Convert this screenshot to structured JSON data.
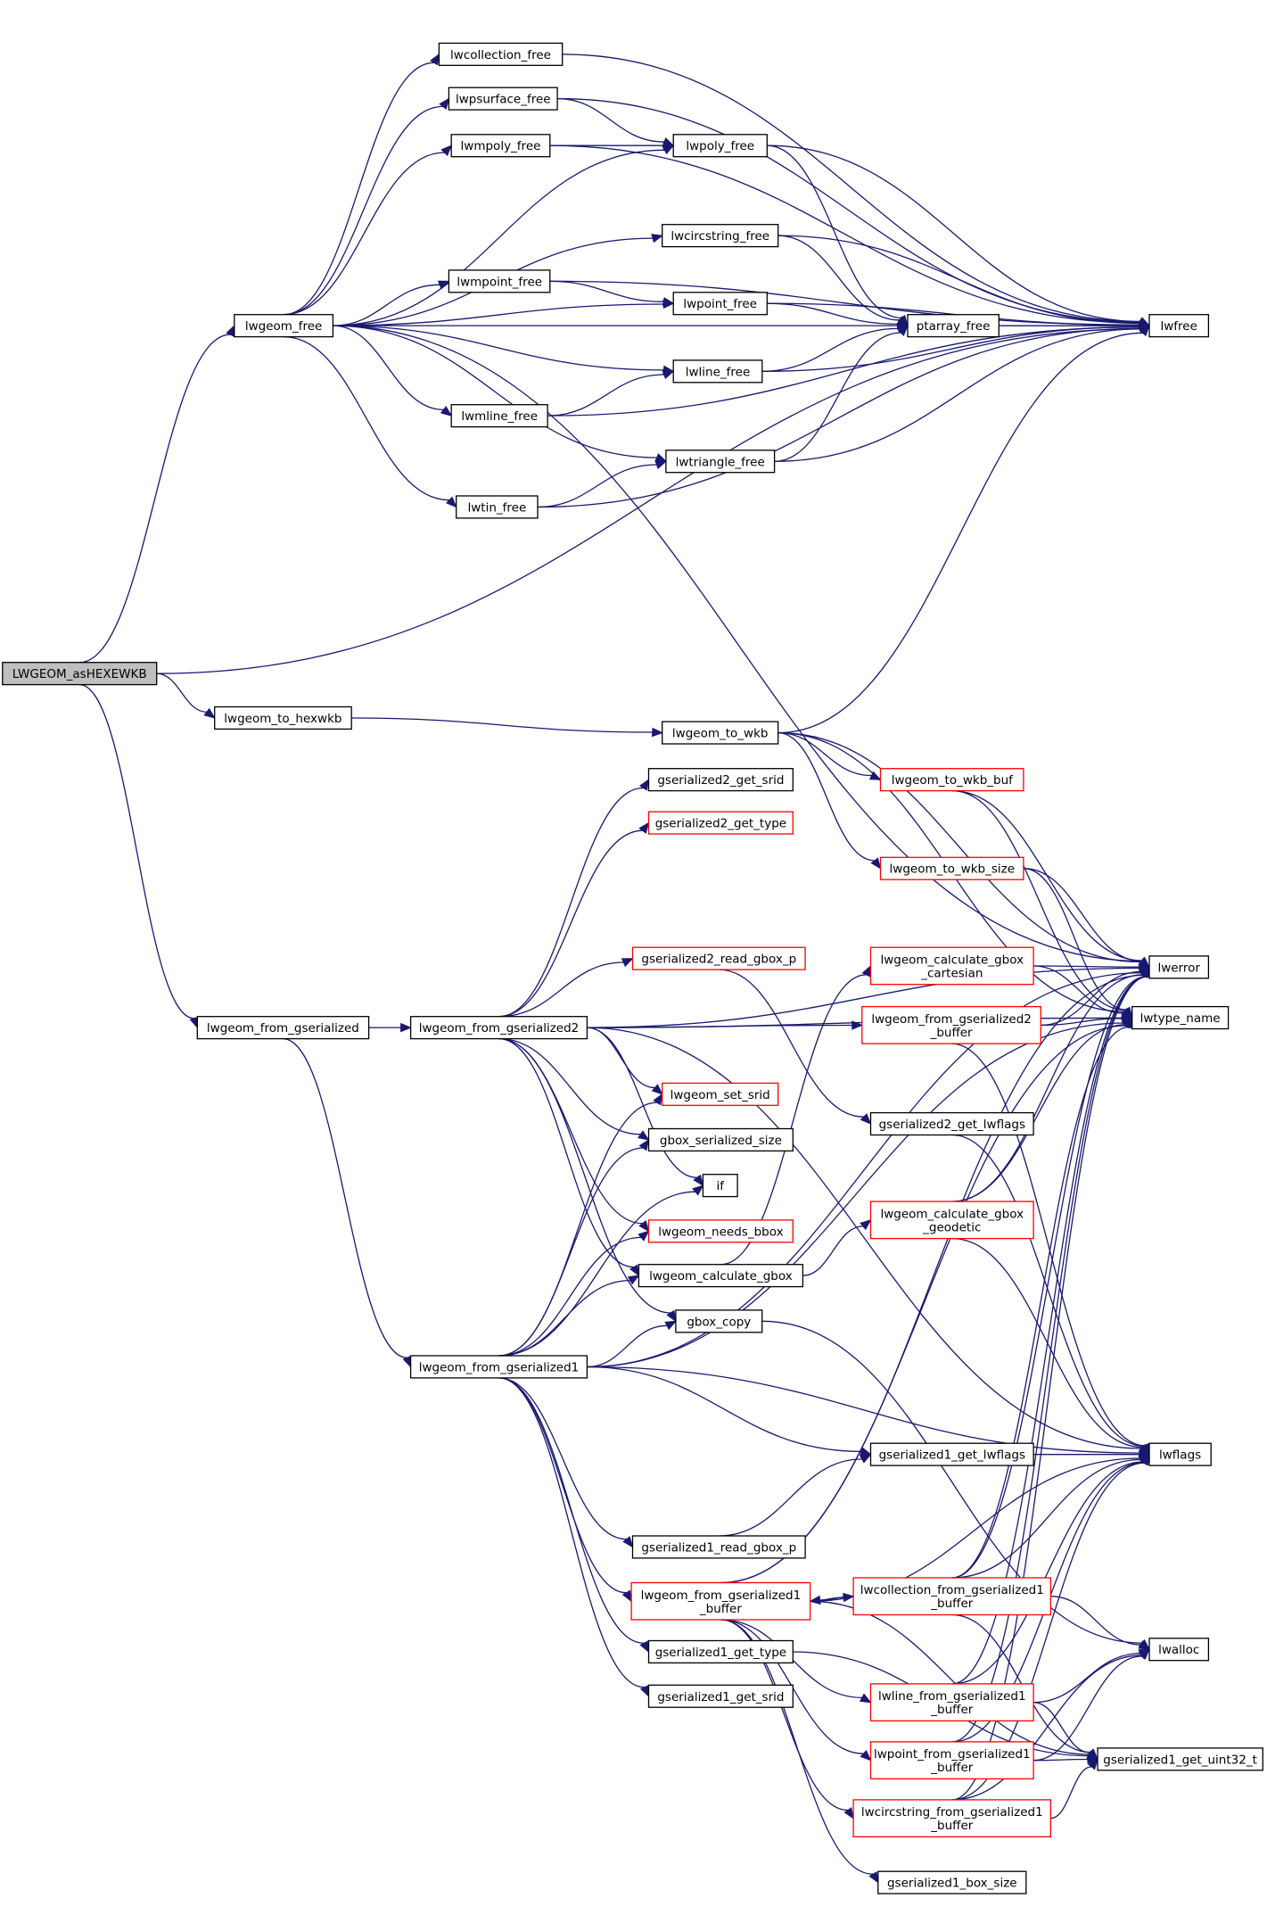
{
  "diagram": {
    "type": "call-graph",
    "nodes": [
      {
        "id": "root",
        "label": "LWGEOM_asHEXEWKB",
        "style": "root"
      },
      {
        "id": "lwgeom_free",
        "label": "lwgeom_free",
        "style": "normal"
      },
      {
        "id": "lwcollection_free",
        "label": "lwcollection_free",
        "style": "normal"
      },
      {
        "id": "lwpsurface_free",
        "label": "lwpsurface_free",
        "style": "normal"
      },
      {
        "id": "lwmpoly_free",
        "label": "lwmpoly_free",
        "style": "normal"
      },
      {
        "id": "lwpoly_free",
        "label": "lwpoly_free",
        "style": "normal"
      },
      {
        "id": "lwcircstring_free",
        "label": "lwcircstring_free",
        "style": "normal"
      },
      {
        "id": "lwmpoint_free",
        "label": "lwmpoint_free",
        "style": "normal"
      },
      {
        "id": "lwpoint_free",
        "label": "lwpoint_free",
        "style": "normal"
      },
      {
        "id": "ptarray_free",
        "label": "ptarray_free",
        "style": "normal"
      },
      {
        "id": "lwfree",
        "label": "lwfree",
        "style": "normal"
      },
      {
        "id": "lwline_free",
        "label": "lwline_free",
        "style": "normal"
      },
      {
        "id": "lwmline_free",
        "label": "lwmline_free",
        "style": "normal"
      },
      {
        "id": "lwtriangle_free",
        "label": "lwtriangle_free",
        "style": "normal"
      },
      {
        "id": "lwtin_free",
        "label": "lwtin_free",
        "style": "normal"
      },
      {
        "id": "lwgeom_to_hexwkb",
        "label": "lwgeom_to_hexwkb",
        "style": "normal"
      },
      {
        "id": "lwgeom_to_wkb",
        "label": "lwgeom_to_wkb",
        "style": "normal"
      },
      {
        "id": "gserialized2_get_srid",
        "label": "gserialized2_get_srid",
        "style": "normal"
      },
      {
        "id": "gserialized2_get_type",
        "label": "gserialized2_get_type",
        "style": "red"
      },
      {
        "id": "lwgeom_to_wkb_buf",
        "label": "lwgeom_to_wkb_buf",
        "style": "red"
      },
      {
        "id": "lwgeom_to_wkb_size",
        "label": "lwgeom_to_wkb_size",
        "style": "red"
      },
      {
        "id": "gserialized2_read_gbox_p",
        "label": "gserialized2_read_gbox_p",
        "style": "red"
      },
      {
        "id": "lwgeom_calculate_gbox_cartesian",
        "label": [
          "lwgeom_calculate_gbox",
          "_cartesian"
        ],
        "style": "red"
      },
      {
        "id": "lwerror",
        "label": "lwerror",
        "style": "normal"
      },
      {
        "id": "lwgeom_from_gserialized",
        "label": "lwgeom_from_gserialized",
        "style": "normal"
      },
      {
        "id": "lwgeom_from_gserialized2",
        "label": "lwgeom_from_gserialized2",
        "style": "normal"
      },
      {
        "id": "lwgeom_from_gserialized2_buffer",
        "label": [
          "lwgeom_from_gserialized2",
          "_buffer"
        ],
        "style": "red"
      },
      {
        "id": "lwtype_name",
        "label": "lwtype_name",
        "style": "normal"
      },
      {
        "id": "lwgeom_set_srid",
        "label": "lwgeom_set_srid",
        "style": "red"
      },
      {
        "id": "gserialized2_get_lwflags",
        "label": "gserialized2_get_lwflags",
        "style": "normal"
      },
      {
        "id": "gbox_serialized_size",
        "label": "gbox_serialized_size",
        "style": "normal"
      },
      {
        "id": "if",
        "label": "if",
        "style": "normal"
      },
      {
        "id": "lwgeom_calculate_gbox_geodetic",
        "label": [
          "lwgeom_calculate_gbox",
          "_geodetic"
        ],
        "style": "red"
      },
      {
        "id": "lwgeom_needs_bbox",
        "label": "lwgeom_needs_bbox",
        "style": "red"
      },
      {
        "id": "lwgeom_calculate_gbox",
        "label": "lwgeom_calculate_gbox",
        "style": "normal"
      },
      {
        "id": "gbox_copy",
        "label": "gbox_copy",
        "style": "normal"
      },
      {
        "id": "lwgeom_from_gserialized1",
        "label": "lwgeom_from_gserialized1",
        "style": "normal"
      },
      {
        "id": "gserialized1_get_lwflags",
        "label": "gserialized1_get_lwflags",
        "style": "normal"
      },
      {
        "id": "lwflags",
        "label": "lwflags",
        "style": "normal"
      },
      {
        "id": "gserialized1_read_gbox_p",
        "label": "gserialized1_read_gbox_p",
        "style": "normal"
      },
      {
        "id": "lwgeom_from_gserialized1_buffer",
        "label": [
          "lwgeom_from_gserialized1",
          "_buffer"
        ],
        "style": "red"
      },
      {
        "id": "lwcollection_from_gserialized1_buffer",
        "label": [
          "lwcollection_from_gserialized1",
          "_buffer"
        ],
        "style": "red"
      },
      {
        "id": "gserialized1_get_type",
        "label": "gserialized1_get_type",
        "style": "normal"
      },
      {
        "id": "lwalloc",
        "label": "lwalloc",
        "style": "normal"
      },
      {
        "id": "gserialized1_get_srid",
        "label": "gserialized1_get_srid",
        "style": "normal"
      },
      {
        "id": "lwline_from_gserialized1_buffer",
        "label": [
          "lwline_from_gserialized1",
          "_buffer"
        ],
        "style": "red"
      },
      {
        "id": "lwpoint_from_gserialized1_buffer",
        "label": [
          "lwpoint_from_gserialized1",
          "_buffer"
        ],
        "style": "red"
      },
      {
        "id": "gserialized1_get_uint32_t",
        "label": "gserialized1_get_uint32_t",
        "style": "normal"
      },
      {
        "id": "lwcircstring_from_gserialized1_buffer",
        "label": [
          "lwcircstring_from_gserialized1",
          "_buffer"
        ],
        "style": "red"
      },
      {
        "id": "gserialized1_box_size",
        "label": "gserialized1_box_size",
        "style": "normal"
      }
    ],
    "edges": [
      [
        "root",
        "lwgeom_free"
      ],
      [
        "root",
        "lwfree"
      ],
      [
        "root",
        "lwgeom_to_hexwkb"
      ],
      [
        "root",
        "lwgeom_from_gserialized"
      ],
      [
        "lwgeom_free",
        "lwcollection_free"
      ],
      [
        "lwgeom_free",
        "lwpsurface_free"
      ],
      [
        "lwgeom_free",
        "lwmpoly_free"
      ],
      [
        "lwgeom_free",
        "lwpoly_free"
      ],
      [
        "lwgeom_free",
        "lwcircstring_free"
      ],
      [
        "lwgeom_free",
        "lwmpoint_free"
      ],
      [
        "lwgeom_free",
        "lwpoint_free"
      ],
      [
        "lwgeom_free",
        "lwline_free"
      ],
      [
        "lwgeom_free",
        "lwmline_free"
      ],
      [
        "lwgeom_free",
        "lwtriangle_free"
      ],
      [
        "lwgeom_free",
        "lwtin_free"
      ],
      [
        "lwgeom_free",
        "lwfree"
      ],
      [
        "lwgeom_free",
        "lwerror"
      ],
      [
        "lwcollection_free",
        "lwfree"
      ],
      [
        "lwpsurface_free",
        "lwpoly_free"
      ],
      [
        "lwpsurface_free",
        "lwfree"
      ],
      [
        "lwmpoly_free",
        "lwpoly_free"
      ],
      [
        "lwmpoly_free",
        "lwfree"
      ],
      [
        "lwpoly_free",
        "ptarray_free"
      ],
      [
        "lwpoly_free",
        "lwfree"
      ],
      [
        "lwcircstring_free",
        "ptarray_free"
      ],
      [
        "lwcircstring_free",
        "lwfree"
      ],
      [
        "lwmpoint_free",
        "lwpoint_free"
      ],
      [
        "lwmpoint_free",
        "lwfree"
      ],
      [
        "lwpoint_free",
        "ptarray_free"
      ],
      [
        "lwpoint_free",
        "lwfree"
      ],
      [
        "ptarray_free",
        "lwfree"
      ],
      [
        "lwline_free",
        "ptarray_free"
      ],
      [
        "lwline_free",
        "lwfree"
      ],
      [
        "lwmline_free",
        "lwline_free"
      ],
      [
        "lwmline_free",
        "lwfree"
      ],
      [
        "lwtriangle_free",
        "ptarray_free"
      ],
      [
        "lwtriangle_free",
        "lwfree"
      ],
      [
        "lwtin_free",
        "lwtriangle_free"
      ],
      [
        "lwtin_free",
        "lwfree"
      ],
      [
        "lwgeom_to_hexwkb",
        "lwgeom_to_wkb"
      ],
      [
        "lwgeom_to_wkb",
        "lwfree"
      ],
      [
        "lwgeom_to_wkb",
        "lwgeom_to_wkb_buf"
      ],
      [
        "lwgeom_to_wkb",
        "lwgeom_to_wkb_size"
      ],
      [
        "lwgeom_to_wkb",
        "lwerror"
      ],
      [
        "lwgeom_to_wkb",
        "lwtype_name"
      ],
      [
        "lwgeom_to_wkb_buf",
        "lwerror"
      ],
      [
        "lwgeom_to_wkb_buf",
        "lwtype_name"
      ],
      [
        "lwgeom_to_wkb_size",
        "lwerror"
      ],
      [
        "lwgeom_to_wkb_size",
        "lwtype_name"
      ],
      [
        "lwgeom_from_gserialized",
        "lwgeom_from_gserialized2"
      ],
      [
        "lwgeom_from_gserialized",
        "lwgeom_from_gserialized1"
      ],
      [
        "lwgeom_from_gserialized2",
        "gserialized2_get_srid"
      ],
      [
        "lwgeom_from_gserialized2",
        "gserialized2_get_type"
      ],
      [
        "lwgeom_from_gserialized2",
        "gserialized2_read_gbox_p"
      ],
      [
        "lwgeom_from_gserialized2",
        "lwgeom_from_gserialized2_buffer"
      ],
      [
        "lwgeom_from_gserialized2",
        "lwgeom_set_srid"
      ],
      [
        "lwgeom_from_gserialized2",
        "gbox_serialized_size"
      ],
      [
        "lwgeom_from_gserialized2",
        "if"
      ],
      [
        "lwgeom_from_gserialized2",
        "lwgeom_needs_bbox"
      ],
      [
        "lwgeom_from_gserialized2",
        "lwgeom_calculate_gbox"
      ],
      [
        "lwgeom_from_gserialized2",
        "gbox_copy"
      ],
      [
        "lwgeom_from_gserialized2",
        "lwerror"
      ],
      [
        "lwgeom_from_gserialized2",
        "lwtype_name"
      ],
      [
        "lwgeom_from_gserialized2",
        "lwflags"
      ],
      [
        "gserialized2_read_gbox_p",
        "gserialized2_get_lwflags"
      ],
      [
        "lwgeom_from_gserialized2_buffer",
        "lwerror"
      ],
      [
        "lwgeom_from_gserialized2_buffer",
        "lwtype_name"
      ],
      [
        "lwgeom_from_gserialized2_buffer",
        "lwflags"
      ],
      [
        "gserialized2_get_lwflags",
        "lwflags"
      ],
      [
        "lwgeom_calculate_gbox",
        "lwgeom_calculate_gbox_cartesian"
      ],
      [
        "lwgeom_calculate_gbox",
        "lwgeom_calculate_gbox_geodetic"
      ],
      [
        "lwgeom_calculate_gbox_cartesian",
        "lwerror"
      ],
      [
        "lwgeom_calculate_gbox_cartesian",
        "lwtype_name"
      ],
      [
        "lwgeom_calculate_gbox_geodetic",
        "lwerror"
      ],
      [
        "lwgeom_calculate_gbox_geodetic",
        "lwtype_name"
      ],
      [
        "lwgeom_calculate_gbox_geodetic",
        "lwflags"
      ],
      [
        "gbox_copy",
        "lwalloc"
      ],
      [
        "lwgeom_from_gserialized1",
        "lwgeom_set_srid"
      ],
      [
        "lwgeom_from_gserialized1",
        "gbox_serialized_size"
      ],
      [
        "lwgeom_from_gserialized1",
        "if"
      ],
      [
        "lwgeom_from_gserialized1",
        "lwgeom_needs_bbox"
      ],
      [
        "lwgeom_from_gserialized1",
        "lwgeom_calculate_gbox"
      ],
      [
        "lwgeom_from_gserialized1",
        "gbox_copy"
      ],
      [
        "lwgeom_from_gserialized1",
        "gserialized1_get_lwflags"
      ],
      [
        "lwgeom_from_gserialized1",
        "lwflags"
      ],
      [
        "lwgeom_from_gserialized1",
        "gserialized1_read_gbox_p"
      ],
      [
        "lwgeom_from_gserialized1",
        "lwgeom_from_gserialized1_buffer"
      ],
      [
        "lwgeom_from_gserialized1",
        "gserialized1_get_type"
      ],
      [
        "lwgeom_from_gserialized1",
        "gserialized1_get_srid"
      ],
      [
        "lwgeom_from_gserialized1",
        "lwerror"
      ],
      [
        "lwgeom_from_gserialized1",
        "lwtype_name"
      ],
      [
        "gserialized1_get_lwflags",
        "lwflags"
      ],
      [
        "gserialized1_read_gbox_p",
        "gserialized1_get_lwflags"
      ],
      [
        "lwgeom_from_gserialized1_buffer",
        "lwcollection_from_gserialized1_buffer"
      ],
      [
        "lwgeom_from_gserialized1_buffer",
        "lwline_from_gserialized1_buffer"
      ],
      [
        "lwgeom_from_gserialized1_buffer",
        "lwpoint_from_gserialized1_buffer"
      ],
      [
        "lwgeom_from_gserialized1_buffer",
        "lwcircstring_from_gserialized1_buffer"
      ],
      [
        "lwgeom_from_gserialized1_buffer",
        "lwerror"
      ],
      [
        "lwgeom_from_gserialized1_buffer",
        "lwtype_name"
      ],
      [
        "lwgeom_from_gserialized1_buffer",
        "lwflags"
      ],
      [
        "lwgeom_from_gserialized1_buffer",
        "gserialized1_get_uint32_t"
      ],
      [
        "lwgeom_from_gserialized1_buffer",
        "gserialized1_box_size"
      ],
      [
        "lwcollection_from_gserialized1_buffer",
        "lwgeom_from_gserialized1_buffer"
      ],
      [
        "lwcollection_from_gserialized1_buffer",
        "lwerror"
      ],
      [
        "lwcollection_from_gserialized1_buffer",
        "lwtype_name"
      ],
      [
        "lwcollection_from_gserialized1_buffer",
        "lwflags"
      ],
      [
        "lwcollection_from_gserialized1_buffer",
        "lwalloc"
      ],
      [
        "lwcollection_from_gserialized1_buffer",
        "gserialized1_get_uint32_t"
      ],
      [
        "gserialized1_get_type",
        "gserialized1_get_uint32_t"
      ],
      [
        "lwline_from_gserialized1_buffer",
        "lwerror"
      ],
      [
        "lwline_from_gserialized1_buffer",
        "lwflags"
      ],
      [
        "lwline_from_gserialized1_buffer",
        "lwalloc"
      ],
      [
        "lwline_from_gserialized1_buffer",
        "gserialized1_get_uint32_t"
      ],
      [
        "lwpoint_from_gserialized1_buffer",
        "lwerror"
      ],
      [
        "lwpoint_from_gserialized1_buffer",
        "lwflags"
      ],
      [
        "lwpoint_from_gserialized1_buffer",
        "lwalloc"
      ],
      [
        "lwpoint_from_gserialized1_buffer",
        "gserialized1_get_uint32_t"
      ],
      [
        "lwcircstring_from_gserialized1_buffer",
        "lwerror"
      ],
      [
        "lwcircstring_from_gserialized1_buffer",
        "lwflags"
      ],
      [
        "lwcircstring_from_gserialized1_buffer",
        "lwalloc"
      ],
      [
        "lwcircstring_from_gserialized1_buffer",
        "gserialized1_get_uint32_t"
      ]
    ]
  },
  "colors": {
    "edge": "#191970",
    "node_border": "#000000",
    "node_border_red": "#ff0000",
    "root_fill": "#bfbfbf",
    "node_fill": "#ffffff"
  }
}
